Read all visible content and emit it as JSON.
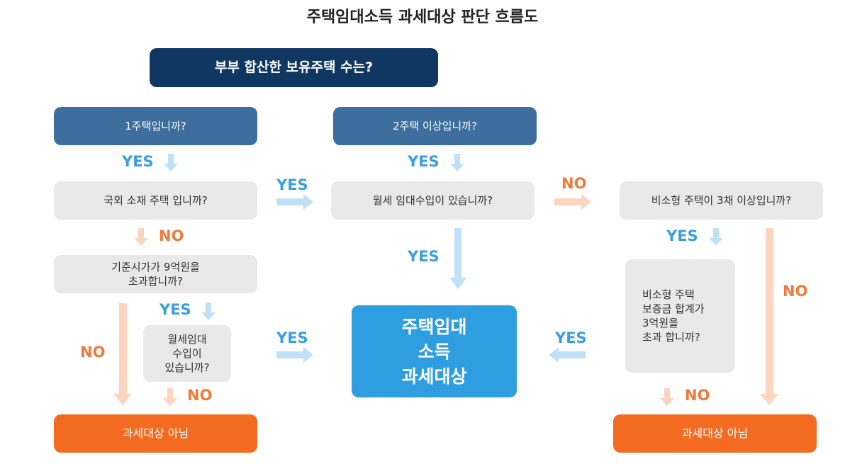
{
  "title": "주택임대소득 과세대상 판단 흐름도",
  "start": "부부 합산한 보유주택 수는?",
  "nodes": {
    "one_house": "1주택입니까?",
    "two_house": "2주택 이상입니까?",
    "domestic": "국외 소재 주택 입니까?",
    "over_9": "기준시가가 9억원을\n초과합니까?",
    "monthly_rent_small": "월세임대\n수입이\n있습니까?",
    "monthly_rent_income": "월세 임대수입이 있습니까?",
    "small_house_count": "비소형 주택이 3채 이상입니까?",
    "deposit_over_3": "비소형 주택\n보증금 합계가\n3억원을\n초과 합니까?",
    "taxable": "주택임대\n소득\n과세대상",
    "not_taxable_left": "과세대상 아님",
    "not_taxable_right": "과세대상 아님"
  },
  "labels": {
    "yes": "YES",
    "no": "NO"
  },
  "colors": {
    "navy": "#0f3761",
    "blue_box": "#3d6e9e",
    "gray_box": "#e9e9e9",
    "orange_box": "#f26b21",
    "result_box": "#2f9ee0",
    "yes_text": "#3b9fde",
    "no_text": "#ef7a3c",
    "yes_arrow": "#bfe0f5",
    "no_arrow": "#fcd5c0"
  }
}
